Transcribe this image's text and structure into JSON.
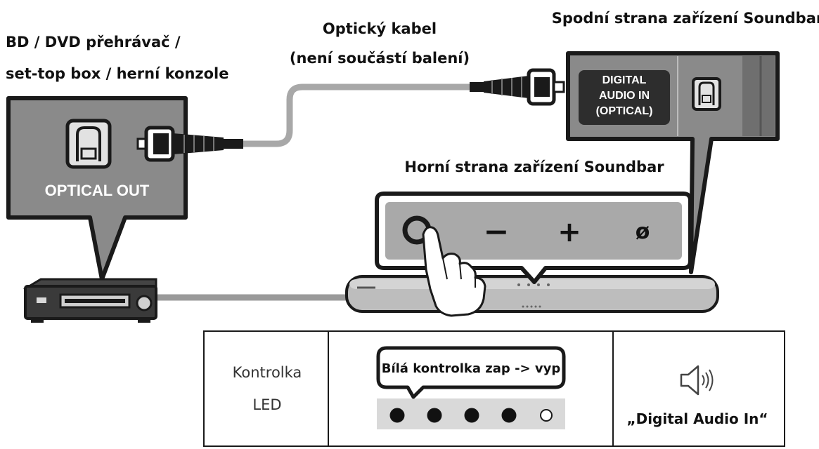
{
  "labels": {
    "source_line1": "BD / DVD přehrávač /",
    "source_line2": "set-top box / herní konzole",
    "cable_line1": "Optický kabel",
    "cable_line2": "(není součástí balení)",
    "bottom_side": "Spodní strana zařízení Soundbar",
    "top_side": "Horní strana zařízení Soundbar",
    "optical_out": "OPTICAL OUT",
    "digital_in_line1": "DIGITAL",
    "digital_in_line2": "AUDIO IN",
    "digital_in_line3": "(OPTICAL)"
  },
  "buttons": {
    "minus": "−",
    "plus": "+",
    "mic": "ø"
  },
  "led_table": {
    "label_line1": "Kontrolka",
    "label_line2": "LED",
    "callout": "Bílá kontrolka zap -> vyp",
    "leds": [
      true,
      true,
      true,
      true,
      false
    ],
    "result": "„Digital Audio In“"
  },
  "colors": {
    "panel": "#8a8a8a",
    "dark": "#333333",
    "led_on": "#111111",
    "led_strip": "#d9d9d9"
  }
}
